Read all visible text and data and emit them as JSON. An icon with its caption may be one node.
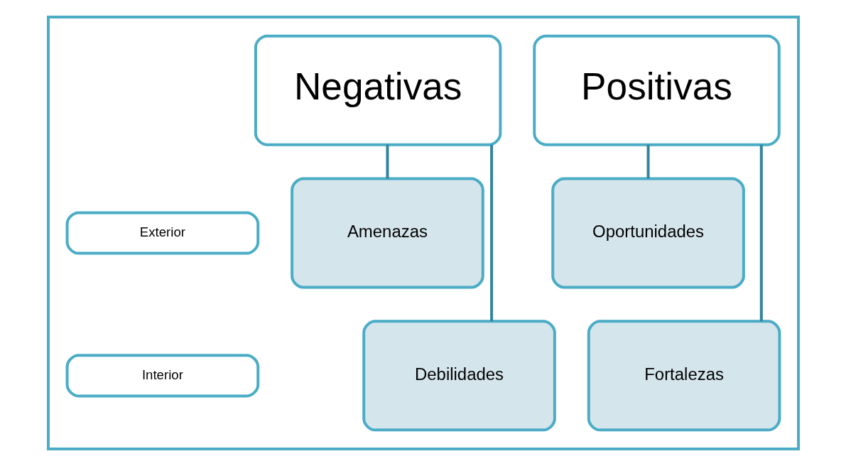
{
  "diagram": {
    "nodes": [
      {
        "text": [],
        "shape": "box"
      },
      {
        "text": [
          "Positivas"
        ],
        "in": 0
      },
      {
        "text": [
          "Negativas"
        ],
        "in": 0
      },
      {
        "text": [
          "Exterior"
        ],
        "in": 0
      },
      {
        "text": [
          "Oportunidades"
        ],
        "in": 0
      },
      {
        "text": [
          "Amenazas"
        ],
        "in": 0
      },
      {
        "text": [
          "Interior"
        ],
        "in": 0
      },
      {
        "text": [
          "Fortalezas"
        ],
        "in": 0
      },
      {
        "text": [
          "Debilidades"
        ],
        "in": 0
      }
    ],
    "edges": [
      {
        "from": 1,
        "to": 4,
        "arrow": "none"
      },
      {
        "from": 1,
        "to": 7,
        "arrow": "none"
      },
      {
        "from": 2,
        "to": 5,
        "arrow": "none"
      },
      {
        "from": 2,
        "to": 8,
        "arrow": "none"
      }
    ]
  }
}
